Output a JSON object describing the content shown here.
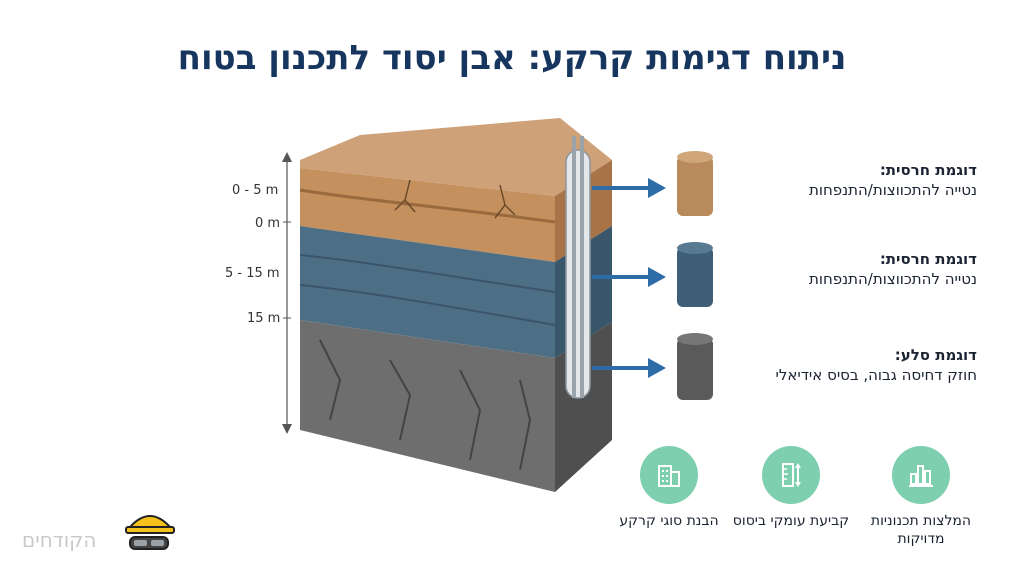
{
  "title": "ניתוח דגימות קרקע: אבן יסוד לתכנון בטוח",
  "depth_labels": [
    "0 - 5 m",
    "0 m",
    "5 - 15 m",
    "15 m"
  ],
  "samples": [
    {
      "heading": "דוגמת חרסית:",
      "desc": "נטייה להתכווצות/התנפחות",
      "color": "#b98a5c"
    },
    {
      "heading": "דוגמת חרסית:",
      "desc": "נטייה להתכווצות/התנפחות",
      "color": "#3f5f78"
    },
    {
      "heading": "דוגמת סלע:",
      "desc": "חוזק דחיסה גבוה, בסיס אידיאלי",
      "color": "#5a5a5a"
    }
  ],
  "features": [
    {
      "label": "הבנת סוגי קרקע",
      "icon": "building-icon"
    },
    {
      "label": "קביעת עומקי ביסוס",
      "icon": "depth-ruler-icon"
    },
    {
      "label": "המלצות תכנוניות מדויקות",
      "icon": "bar-chart-icon"
    }
  ],
  "brand": {
    "name": "הקודחים"
  },
  "colors": {
    "title": "#17365f",
    "arrow": "#2e6ca8",
    "feature_circle": "#7ecfb0"
  }
}
